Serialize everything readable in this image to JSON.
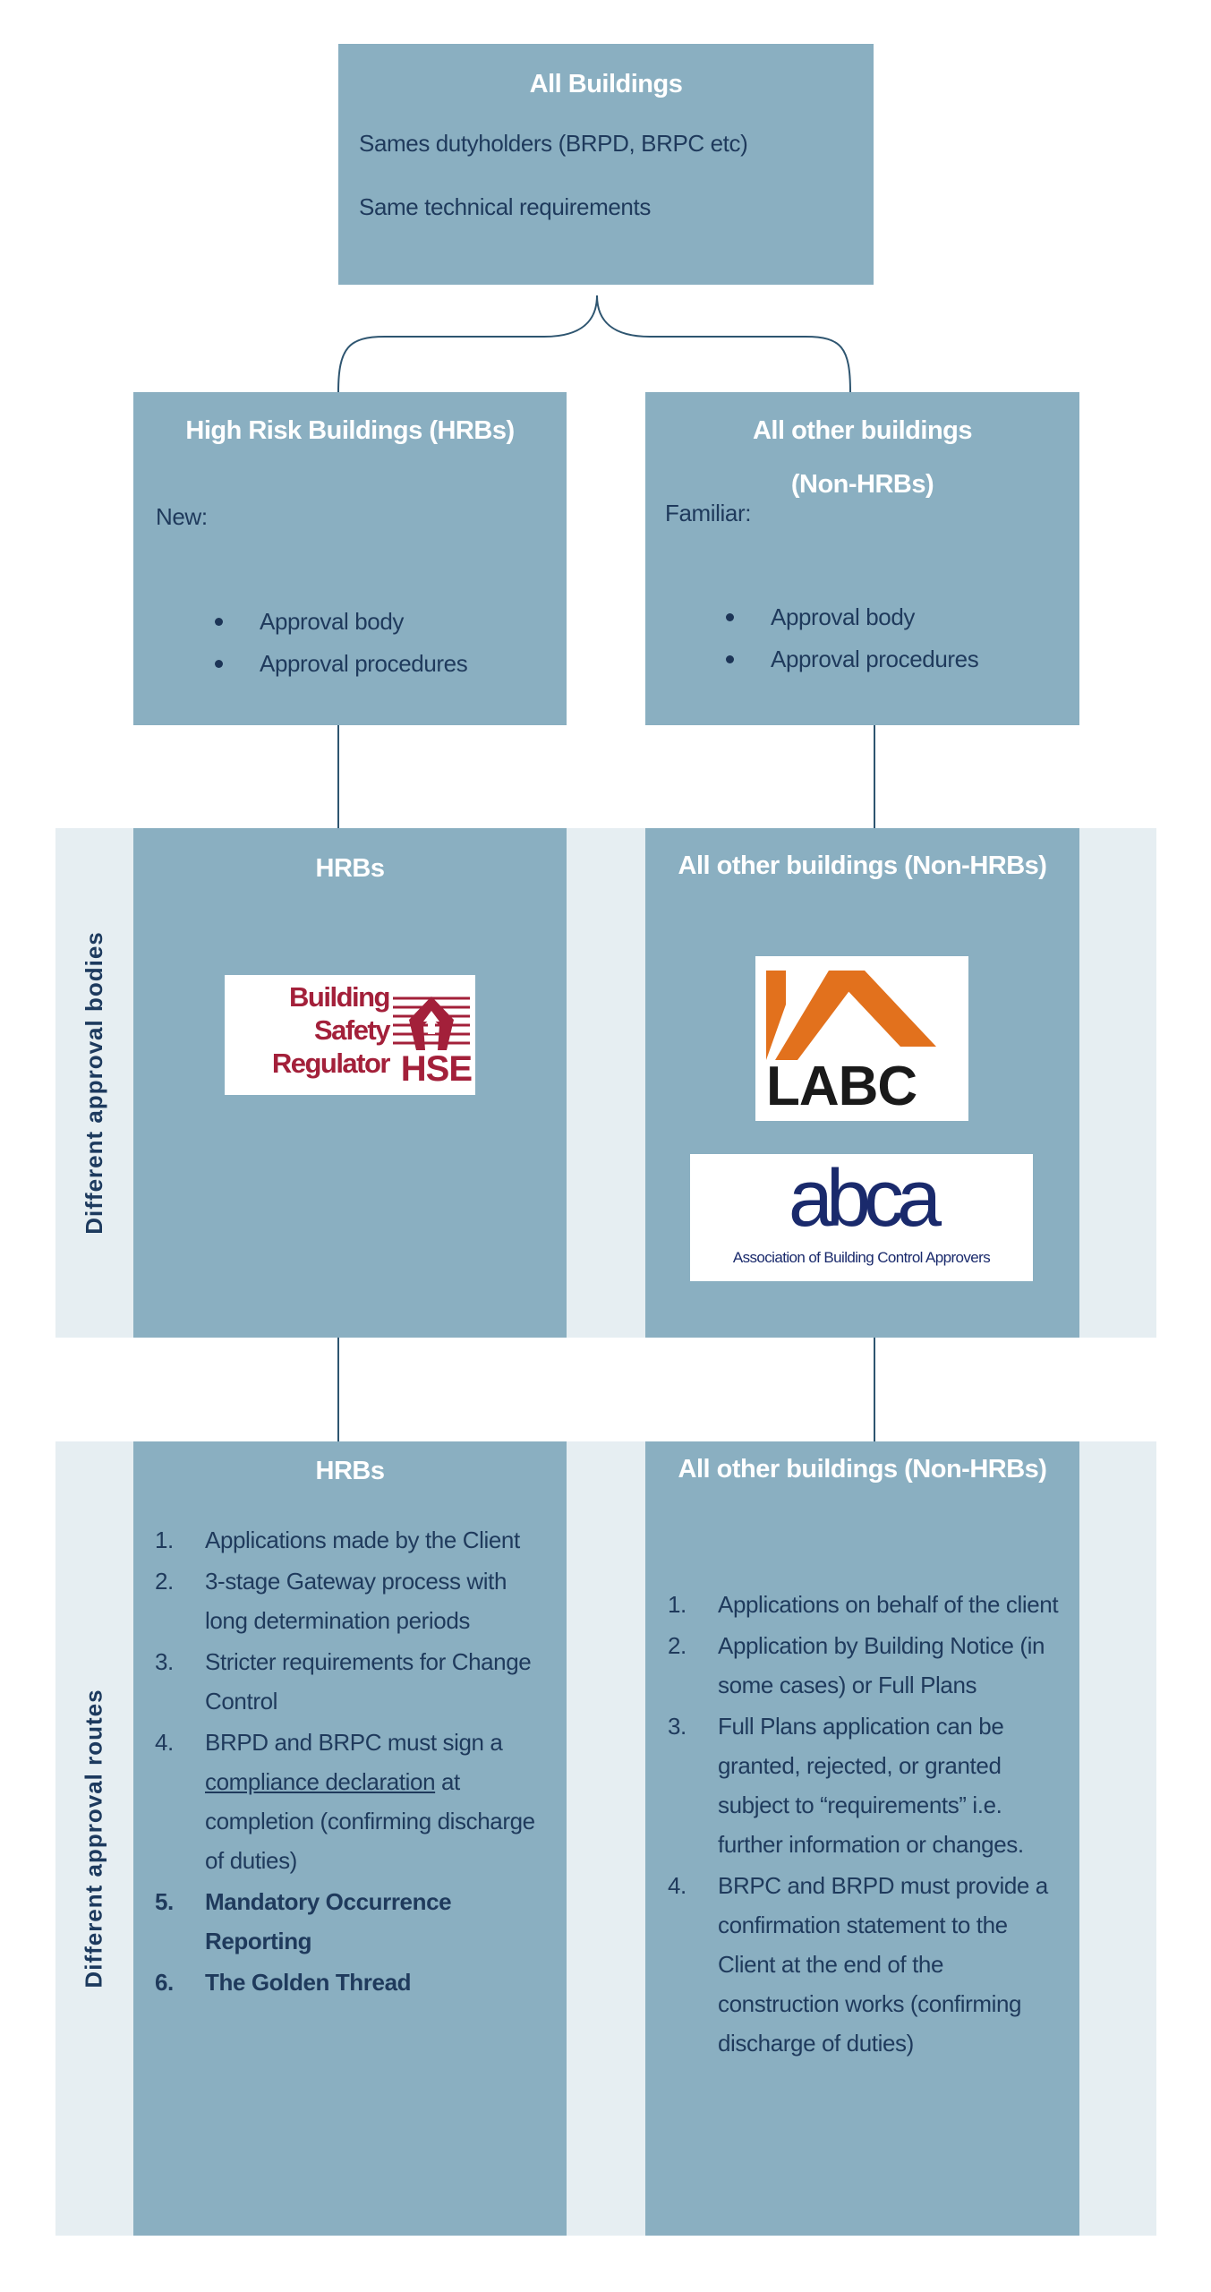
{
  "top": {
    "title": "All Buildings",
    "lines": [
      "Sames dutyholders (BRPD, BRPC etc)",
      "Same technical requirements"
    ]
  },
  "level2": {
    "hrb": {
      "title": "High Risk Buildings (HRBs)",
      "intro": "New:",
      "bullets": [
        "Approval body",
        "Approval procedures"
      ]
    },
    "non_hrb": {
      "title_line1": "All other buildings",
      "title_line2": "(Non-HRBs)",
      "intro": "Familiar:",
      "bullets": [
        "Approval body",
        "Approval procedures"
      ]
    }
  },
  "bodies": {
    "side_label": "Different approval bodies",
    "hrb_title": "HRBs",
    "non_hrb_title": "All other buildings (Non-HRBs)",
    "logos": {
      "bsr": {
        "line1": "Building",
        "line2": "Safety",
        "line3": "Regulator",
        "mark": "HSE"
      },
      "labc": "LABC",
      "abca": {
        "mark": "abca",
        "subtitle": "Association of Building Control Approvers"
      }
    }
  },
  "routes": {
    "side_label": "Different approval routes",
    "hrb_title": "HRBs",
    "non_hrb_title": "All other buildings (Non-HRBs)",
    "hrb_items": [
      {
        "num": "1.",
        "text": "Applications made by the Client"
      },
      {
        "num": "2.",
        "text": "3-stage Gateway process with long determination periods"
      },
      {
        "num": "3.",
        "text": "Stricter requirements for Change Control"
      },
      {
        "num": "4.",
        "pre": "BRPD and BRPC must sign a ",
        "link": "compliance declaration",
        "post": " at completion (confirming discharge of duties)"
      },
      {
        "num": "5.",
        "text": "Mandatory Occurrence Reporting"
      },
      {
        "num": "6.",
        "text": "The Golden Thread"
      }
    ],
    "non_hrb_items": [
      {
        "num": "1.",
        "text": "Applications on behalf of the client"
      },
      {
        "num": "2.",
        "text": "Application by Building Notice (in some cases) or Full Plans"
      },
      {
        "num": "3.",
        "text": "Full Plans application can be granted, rejected, or granted subject to “requirements” i.e. further information or changes."
      },
      {
        "num": "4.",
        "text": "BRPC and BRPD must provide a confirmation statement to the Client at the end of the construction works (confirming discharge of duties)"
      }
    ]
  },
  "colors": {
    "box": "#8aafc1",
    "band": "#e6eef2",
    "text": "#1f3a5c",
    "hse_red": "#a3203a",
    "labc_orange": "#e2711d",
    "abca_navy": "#1a2a6c"
  }
}
